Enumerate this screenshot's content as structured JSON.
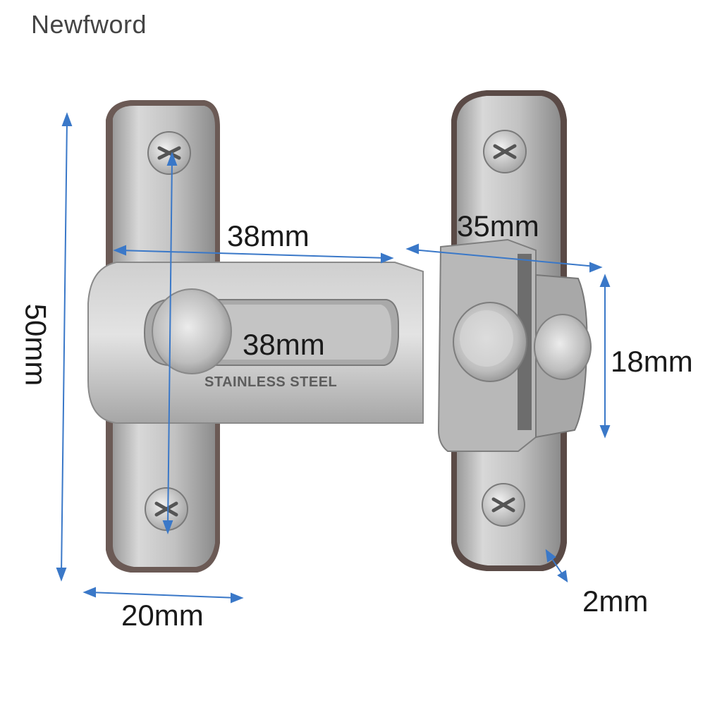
{
  "brand": "Newfword",
  "product": {
    "engraving": "STAINLESS STEEL"
  },
  "dimensions": {
    "height": "50mm",
    "top_bar": "38mm",
    "slot": "38mm",
    "right_width": "35mm",
    "right_height": "18mm",
    "plate_width": "20mm",
    "thickness": "2mm"
  },
  "colors": {
    "dimension_line": "#3a78c8",
    "steel_light": "#d9d9d9",
    "steel_mid": "#b3b3b3",
    "steel_dark": "#7d7d7d"
  }
}
